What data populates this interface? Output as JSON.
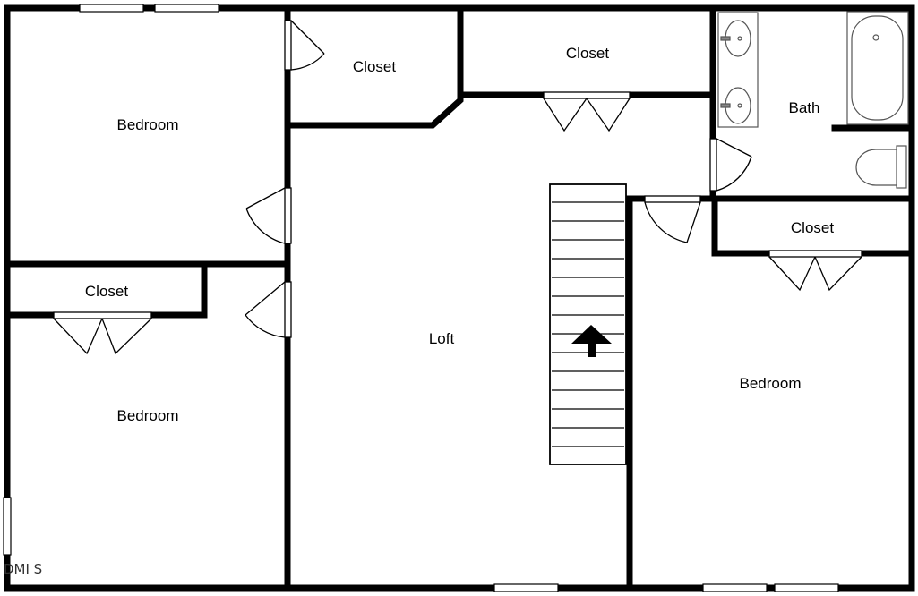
{
  "rooms": {
    "bedroom_top_left": "Bedroom",
    "closet_top_mid": "Closet",
    "closet_top_right": "Closet",
    "bath": "Bath",
    "closet_left": "Closet",
    "bedroom_bottom_left": "Bedroom",
    "loft": "Loft",
    "closet_right": "Closet",
    "bedroom_right": "Bedroom"
  },
  "watermark": "DMI S",
  "colors": {
    "wall": "#000000",
    "fixture": "#555555",
    "background": "#ffffff"
  },
  "icons": {
    "stair_direction": "up-arrow-icon"
  }
}
